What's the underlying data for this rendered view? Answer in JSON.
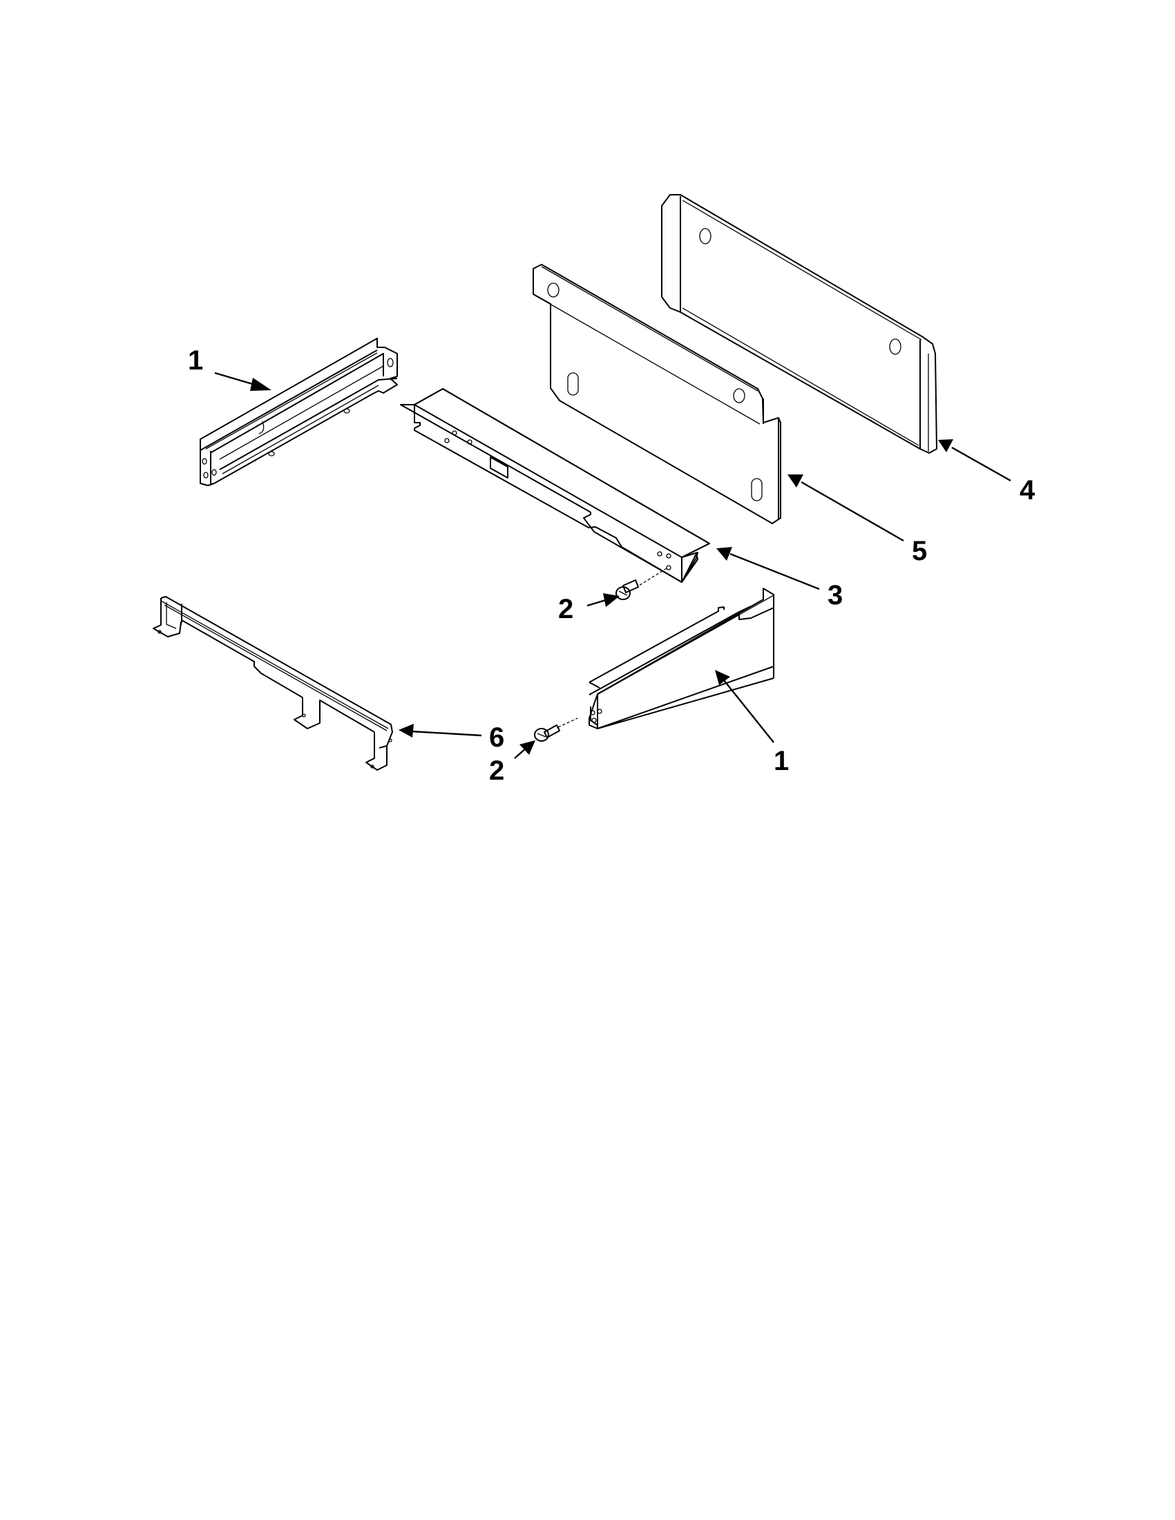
{
  "diagram": {
    "type": "exploded-parts-diagram",
    "background": "#ffffff",
    "line_color": "#000000"
  },
  "callouts": [
    {
      "id": "c1a",
      "label": "1",
      "part": "rail-upper-left"
    },
    {
      "id": "c4",
      "label": "4",
      "part": "back-panel-plate"
    },
    {
      "id": "c5",
      "label": "5",
      "part": "bracket-plate"
    },
    {
      "id": "c3",
      "label": "3",
      "part": "channel-rail"
    },
    {
      "id": "c2a",
      "label": "2",
      "part": "screw-upper"
    },
    {
      "id": "c6",
      "label": "6",
      "part": "base-frame"
    },
    {
      "id": "c2b",
      "label": "2",
      "part": "screw-lower"
    },
    {
      "id": "c1b",
      "label": "1",
      "part": "rail-lower-right"
    }
  ]
}
